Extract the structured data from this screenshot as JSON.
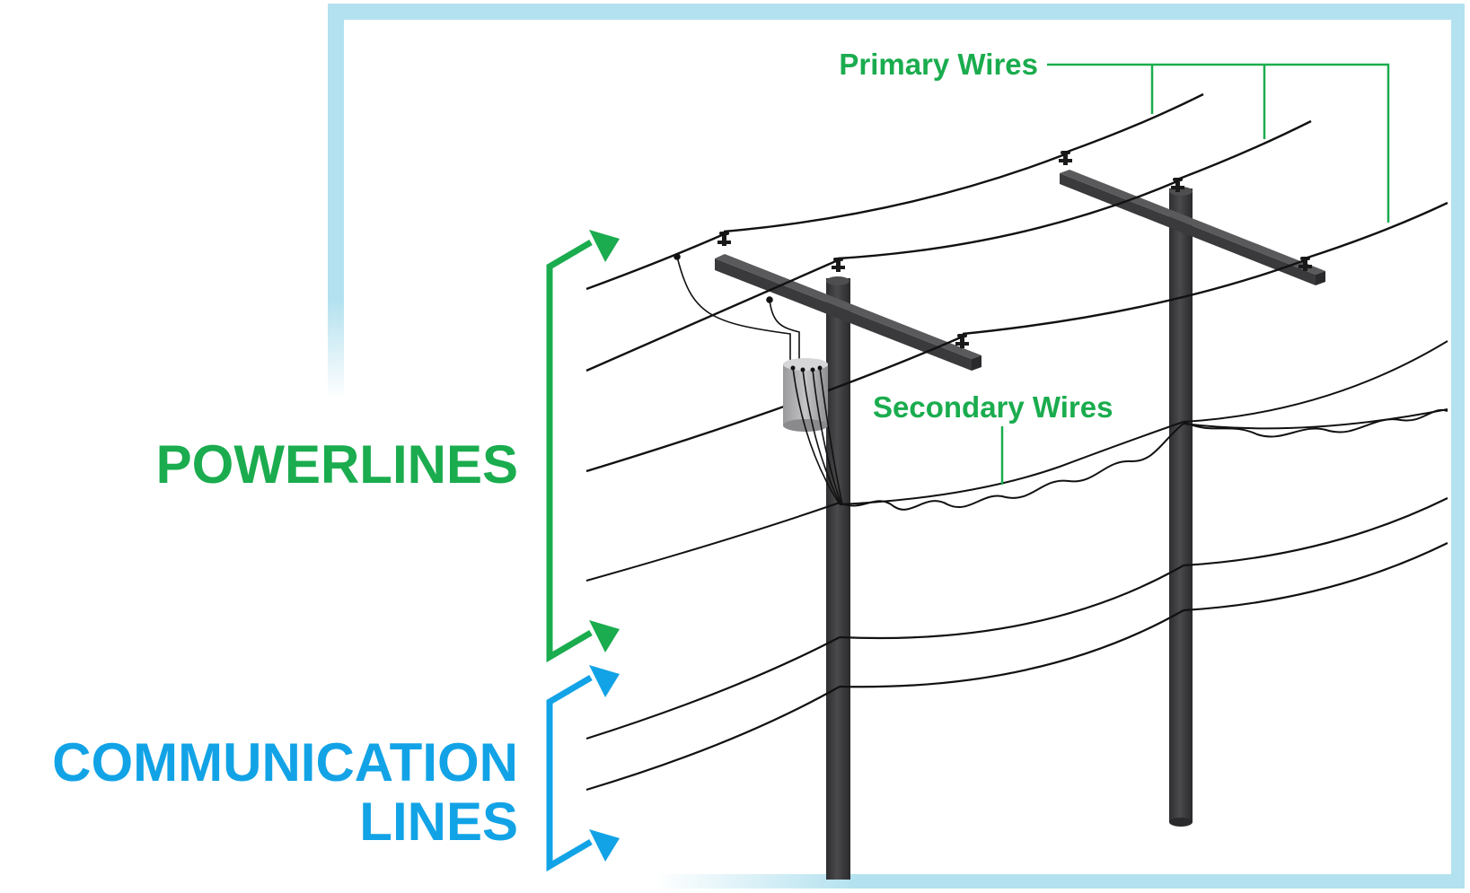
{
  "labels": {
    "primary_wires": "Primary Wires",
    "secondary_wires": "Secondary Wires",
    "powerlines": "POWERLINES",
    "communication_line1": "COMMUNICATION",
    "communication_line2": "LINES"
  },
  "colors": {
    "green": "#1aac4e",
    "blue": "#12a3e6",
    "frame": "#b3e1ef",
    "pole": "#3e3e40",
    "wire": "#111111",
    "transformer": "#a8a8aa"
  }
}
